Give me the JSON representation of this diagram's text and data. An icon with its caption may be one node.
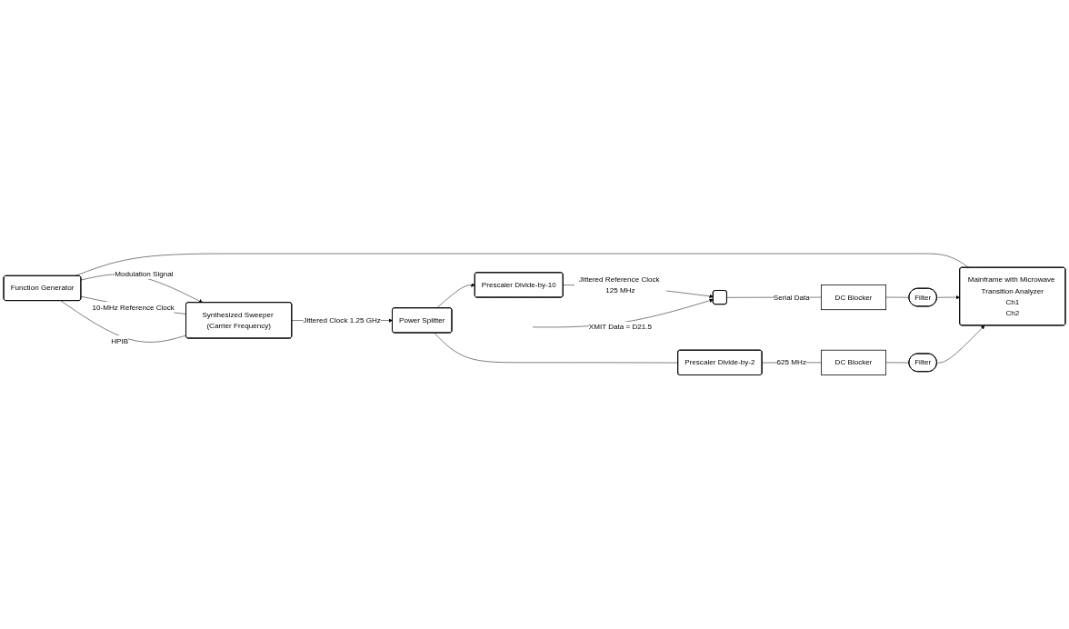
{
  "diagram": {
    "nodes": [
      {
        "text": [
          "Function Generator"
        ]
      },
      {
        "text": [
          "Mainframe with Microwave Transition Analyzer",
          "Ch1",
          "Ch2"
        ]
      },
      {
        "text": [
          "Filter"
        ]
      },
      {
        "text": [
          "DC Blocker"
        ]
      },
      {
        "text": [
          "Filter"
        ]
      },
      {
        "text": [
          "DC Blocker"
        ]
      },
      {
        "text": [
          "Prescaler Divide-by-2"
        ]
      },
      {
        "text": [
          "Synthesized Sweeper (Carrier Frequency)"
        ]
      },
      {
        "text": [
          "Power Splitter"
        ]
      },
      {
        "text": [
          "Prescaler Divide-by-10"
        ]
      },
      {
        "text": [],
        "shape": "box"
      }
    ],
    "edges": [
      {
        "from": 0,
        "to": 7,
        "arrow": "to",
        "label": "Modulation Signal"
      },
      {
        "from": 0,
        "to": 1,
        "arrow": "none"
      },
      {
        "from": 0,
        "to": 7,
        "arrow": "none",
        "label": "10-MHz Reference Clock"
      },
      {
        "from": 0,
        "to": 7,
        "arrow": "none",
        "label": "HPIB"
      },
      {
        "from": 10,
        "to": 3,
        "arrow": "none",
        "label": "Serial Data"
      },
      {
        "from": 3,
        "to": 2,
        "arrow": "none"
      },
      {
        "from": 2,
        "to": 1,
        "arrow": "to"
      },
      {
        "from": 5,
        "to": 4,
        "arrow": "none"
      },
      {
        "from": 4,
        "to": 1,
        "arrow": "to"
      },
      {
        "from": 6,
        "to": 5,
        "arrow": "none",
        "label": "625 MHz"
      },
      {
        "from": 8,
        "to": 6,
        "arrow": "none"
      },
      {
        "from": 7,
        "to": 8,
        "arrow": "to",
        "label": "Jittered Clock 1.25 GHz"
      },
      {
        "from": 8,
        "to": 9,
        "arrow": "to"
      },
      {
        "from": 9,
        "to": 10,
        "arrow": "to",
        "label": "Jittered Reference Clock 125 MHz"
      },
      {
        "from": null,
        "to": 10,
        "arrow": "to",
        "label": "XMIT Data = D21.5"
      }
    ]
  }
}
